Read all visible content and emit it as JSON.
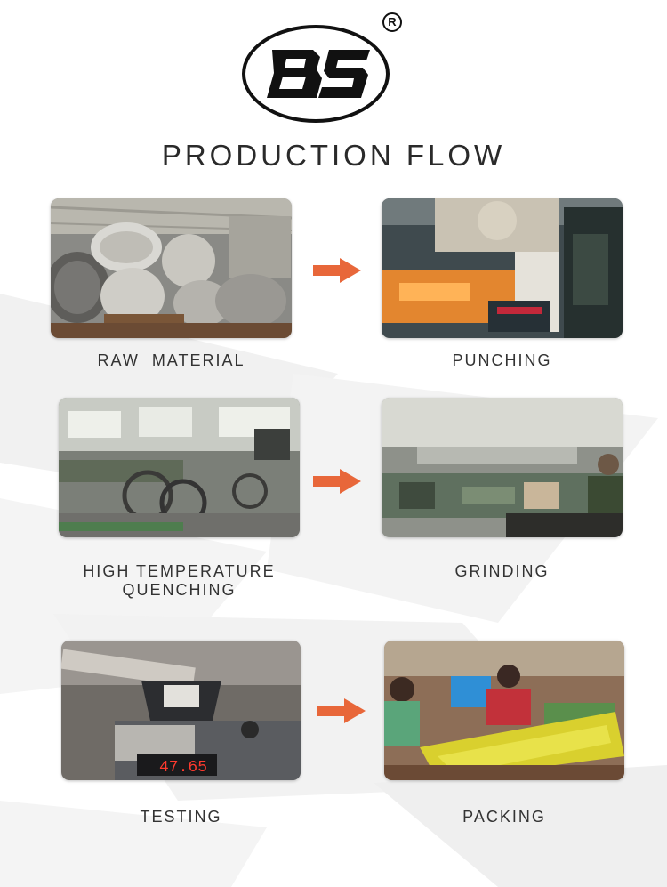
{
  "brand": {
    "logo_text": "BS",
    "registered_mark": "R",
    "logo_color": "#111111"
  },
  "title": "PRODUCTION FLOW",
  "accent_color": "#e8673a",
  "steps": [
    {
      "label": "RAW  MATERIAL"
    },
    {
      "label": "PUNCHING"
    },
    {
      "label": "HIGH TEMPERATURE",
      "label_line2": "QUENCHING"
    },
    {
      "label": "GRINDING"
    },
    {
      "label": "TESTING"
    },
    {
      "label": "PACKING"
    }
  ],
  "testing_display": "47.65",
  "arrow_icon": "right-arrow-icon"
}
